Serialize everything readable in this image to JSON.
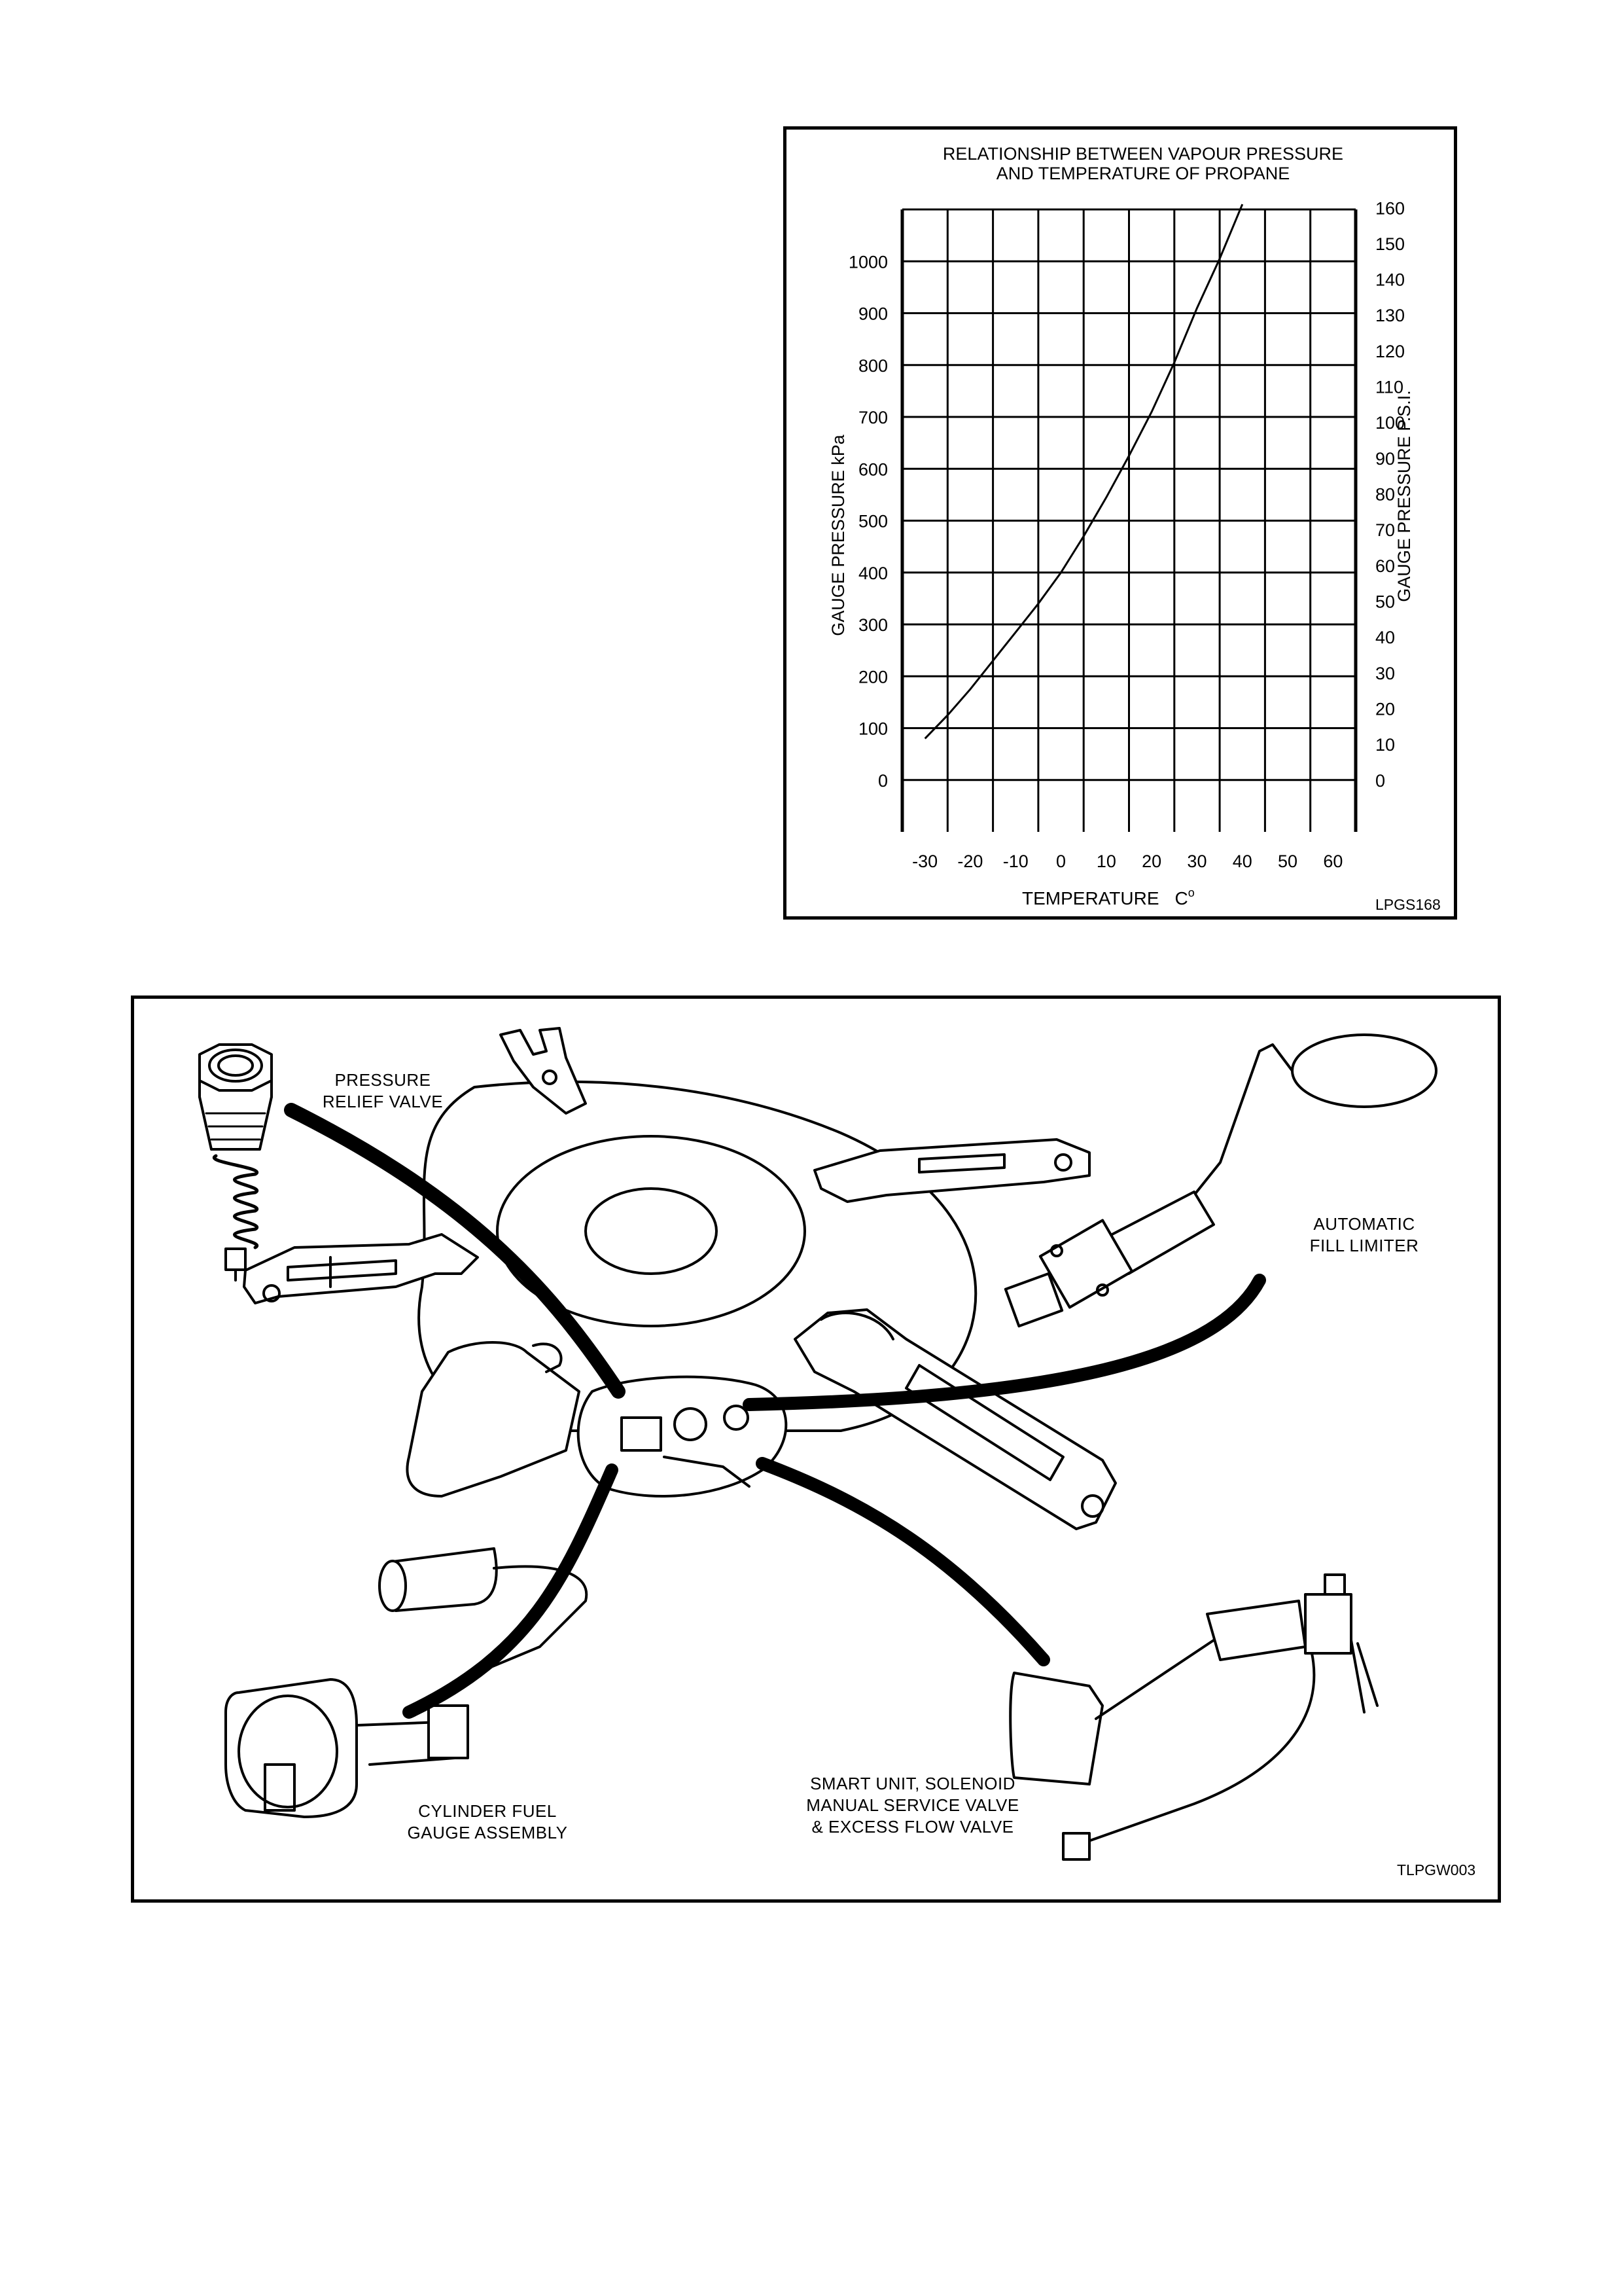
{
  "chart_data": {
    "type": "line",
    "title": [
      "RELATIONSHIP BETWEEN VAPOUR PRESSURE",
      "AND TEMPERATURE OF PROPANE"
    ],
    "xlabel": "TEMPERATURE",
    "xlabel_unit": "C",
    "xlabel_unit_sup": "o",
    "ylabel": "GAUGE PRESSURE kPa",
    "y2label": "GAUGE PRESSURE P.S.I.",
    "x_ticks": [
      "-30",
      "-20",
      "-10",
      "0",
      "10",
      "20",
      "30",
      "40",
      "50",
      "60"
    ],
    "y_ticks": [
      "0",
      "100",
      "200",
      "300",
      "400",
      "500",
      "600",
      "700",
      "800",
      "900",
      "1000"
    ],
    "y2_ticks": [
      "0",
      "10",
      "20",
      "30",
      "40",
      "50",
      "60",
      "70",
      "80",
      "90",
      "100",
      "110",
      "120",
      "130",
      "140",
      "150",
      "160"
    ],
    "xlim": [
      -35,
      65
    ],
    "ylim": [
      -100,
      1100
    ],
    "y2_per_y": 0.145,
    "grid": true,
    "code": "LPGS168",
    "series": [
      {
        "x": [
          -30,
          -25,
          -20,
          -15,
          -10,
          -5,
          0,
          5,
          10,
          15,
          20,
          25,
          30,
          35,
          40
        ],
        "values": [
          80,
          125,
          175,
          230,
          285,
          340,
          400,
          470,
          545,
          625,
          710,
          805,
          910,
          1005,
          1110
        ]
      }
    ]
  },
  "diagram": {
    "labels": {
      "pressure_relief": [
        "PRESSURE",
        "RELIEF VALVE"
      ],
      "fill_limiter": [
        "AUTOMATIC",
        "FILL LIMITER"
      ],
      "fuel_gauge": [
        "CYLINDER FUEL",
        "GAUGE ASSEMBLY"
      ],
      "smart_unit": [
        "SMART UNIT, SOLENOID",
        "MANUAL SERVICE VALVE",
        "& EXCESS FLOW VALVE"
      ]
    },
    "code": "TLPGW003"
  }
}
